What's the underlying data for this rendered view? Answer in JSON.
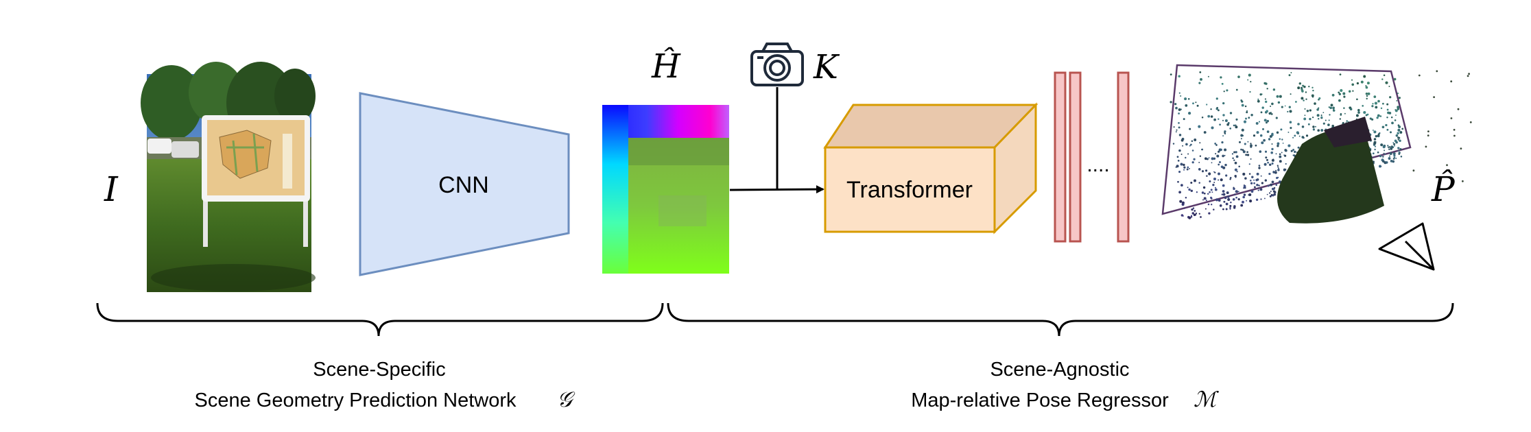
{
  "labels": {
    "input": "I",
    "cnn": "CNN",
    "h_hat": "Ĥ",
    "k": "K",
    "transformer": "Transformer",
    "dots": "....",
    "p_hat": "P̂"
  },
  "captions": {
    "left_line1": "Scene-Specific",
    "left_line2": "Scene Geometry Prediction Network",
    "left_symbol": "𝒢",
    "right_line1": "Scene-Agnostic",
    "right_line2": "Map-relative Pose Regressor",
    "right_symbol": "ℳ"
  },
  "icons": {
    "camera": "camera-icon",
    "pose": "camera-frustum-icon"
  },
  "colors": {
    "cnn_fill": "#d6e3f8",
    "cnn_stroke": "#6c8ebf",
    "transformer_front": "#fde1c6",
    "transformer_top": "#e9c8ac",
    "transformer_stroke": "#d79b00",
    "mlp_fill": "#f7c6c7",
    "mlp_stroke": "#b85450"
  }
}
